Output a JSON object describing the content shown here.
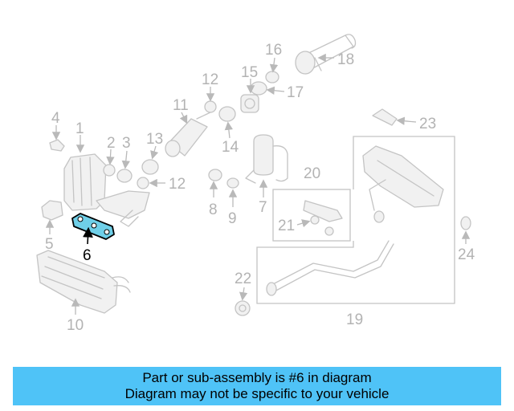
{
  "callouts": {
    "n1": "1",
    "n2": "2",
    "n3": "3",
    "n4": "4",
    "n5": "5",
    "n6": "6",
    "n7": "7",
    "n8": "8",
    "n9": "9",
    "n10": "10",
    "n11": "11",
    "n12a": "12",
    "n12b": "12",
    "n13": "13",
    "n14": "14",
    "n15": "15",
    "n16": "16",
    "n17": "17",
    "n18": "18",
    "n19": "19",
    "n20": "20",
    "n21": "21",
    "n22": "22",
    "n23": "23",
    "n24": "24"
  },
  "highlight": {
    "part_number": "6",
    "color": "#6fcfe8"
  },
  "banner": {
    "line1": "Part or sub-assembly is #6 in diagram",
    "line2": "Diagram may not be specific to your vehicle",
    "background": "#4fc3f7"
  }
}
